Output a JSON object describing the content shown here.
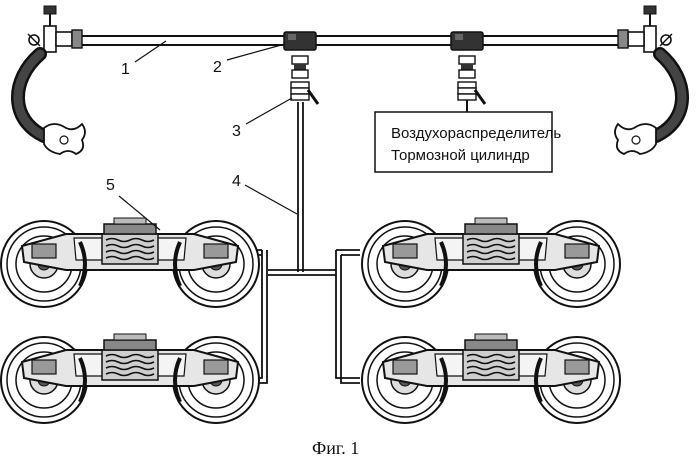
{
  "labels": {
    "l1": "1",
    "l2": "2",
    "l3": "3",
    "l4": "4",
    "l5": "5"
  },
  "box": {
    "line1": "Воздухораспределитель",
    "line2": "Тормозной цилиндр"
  },
  "caption": "Фиг. 1"
}
